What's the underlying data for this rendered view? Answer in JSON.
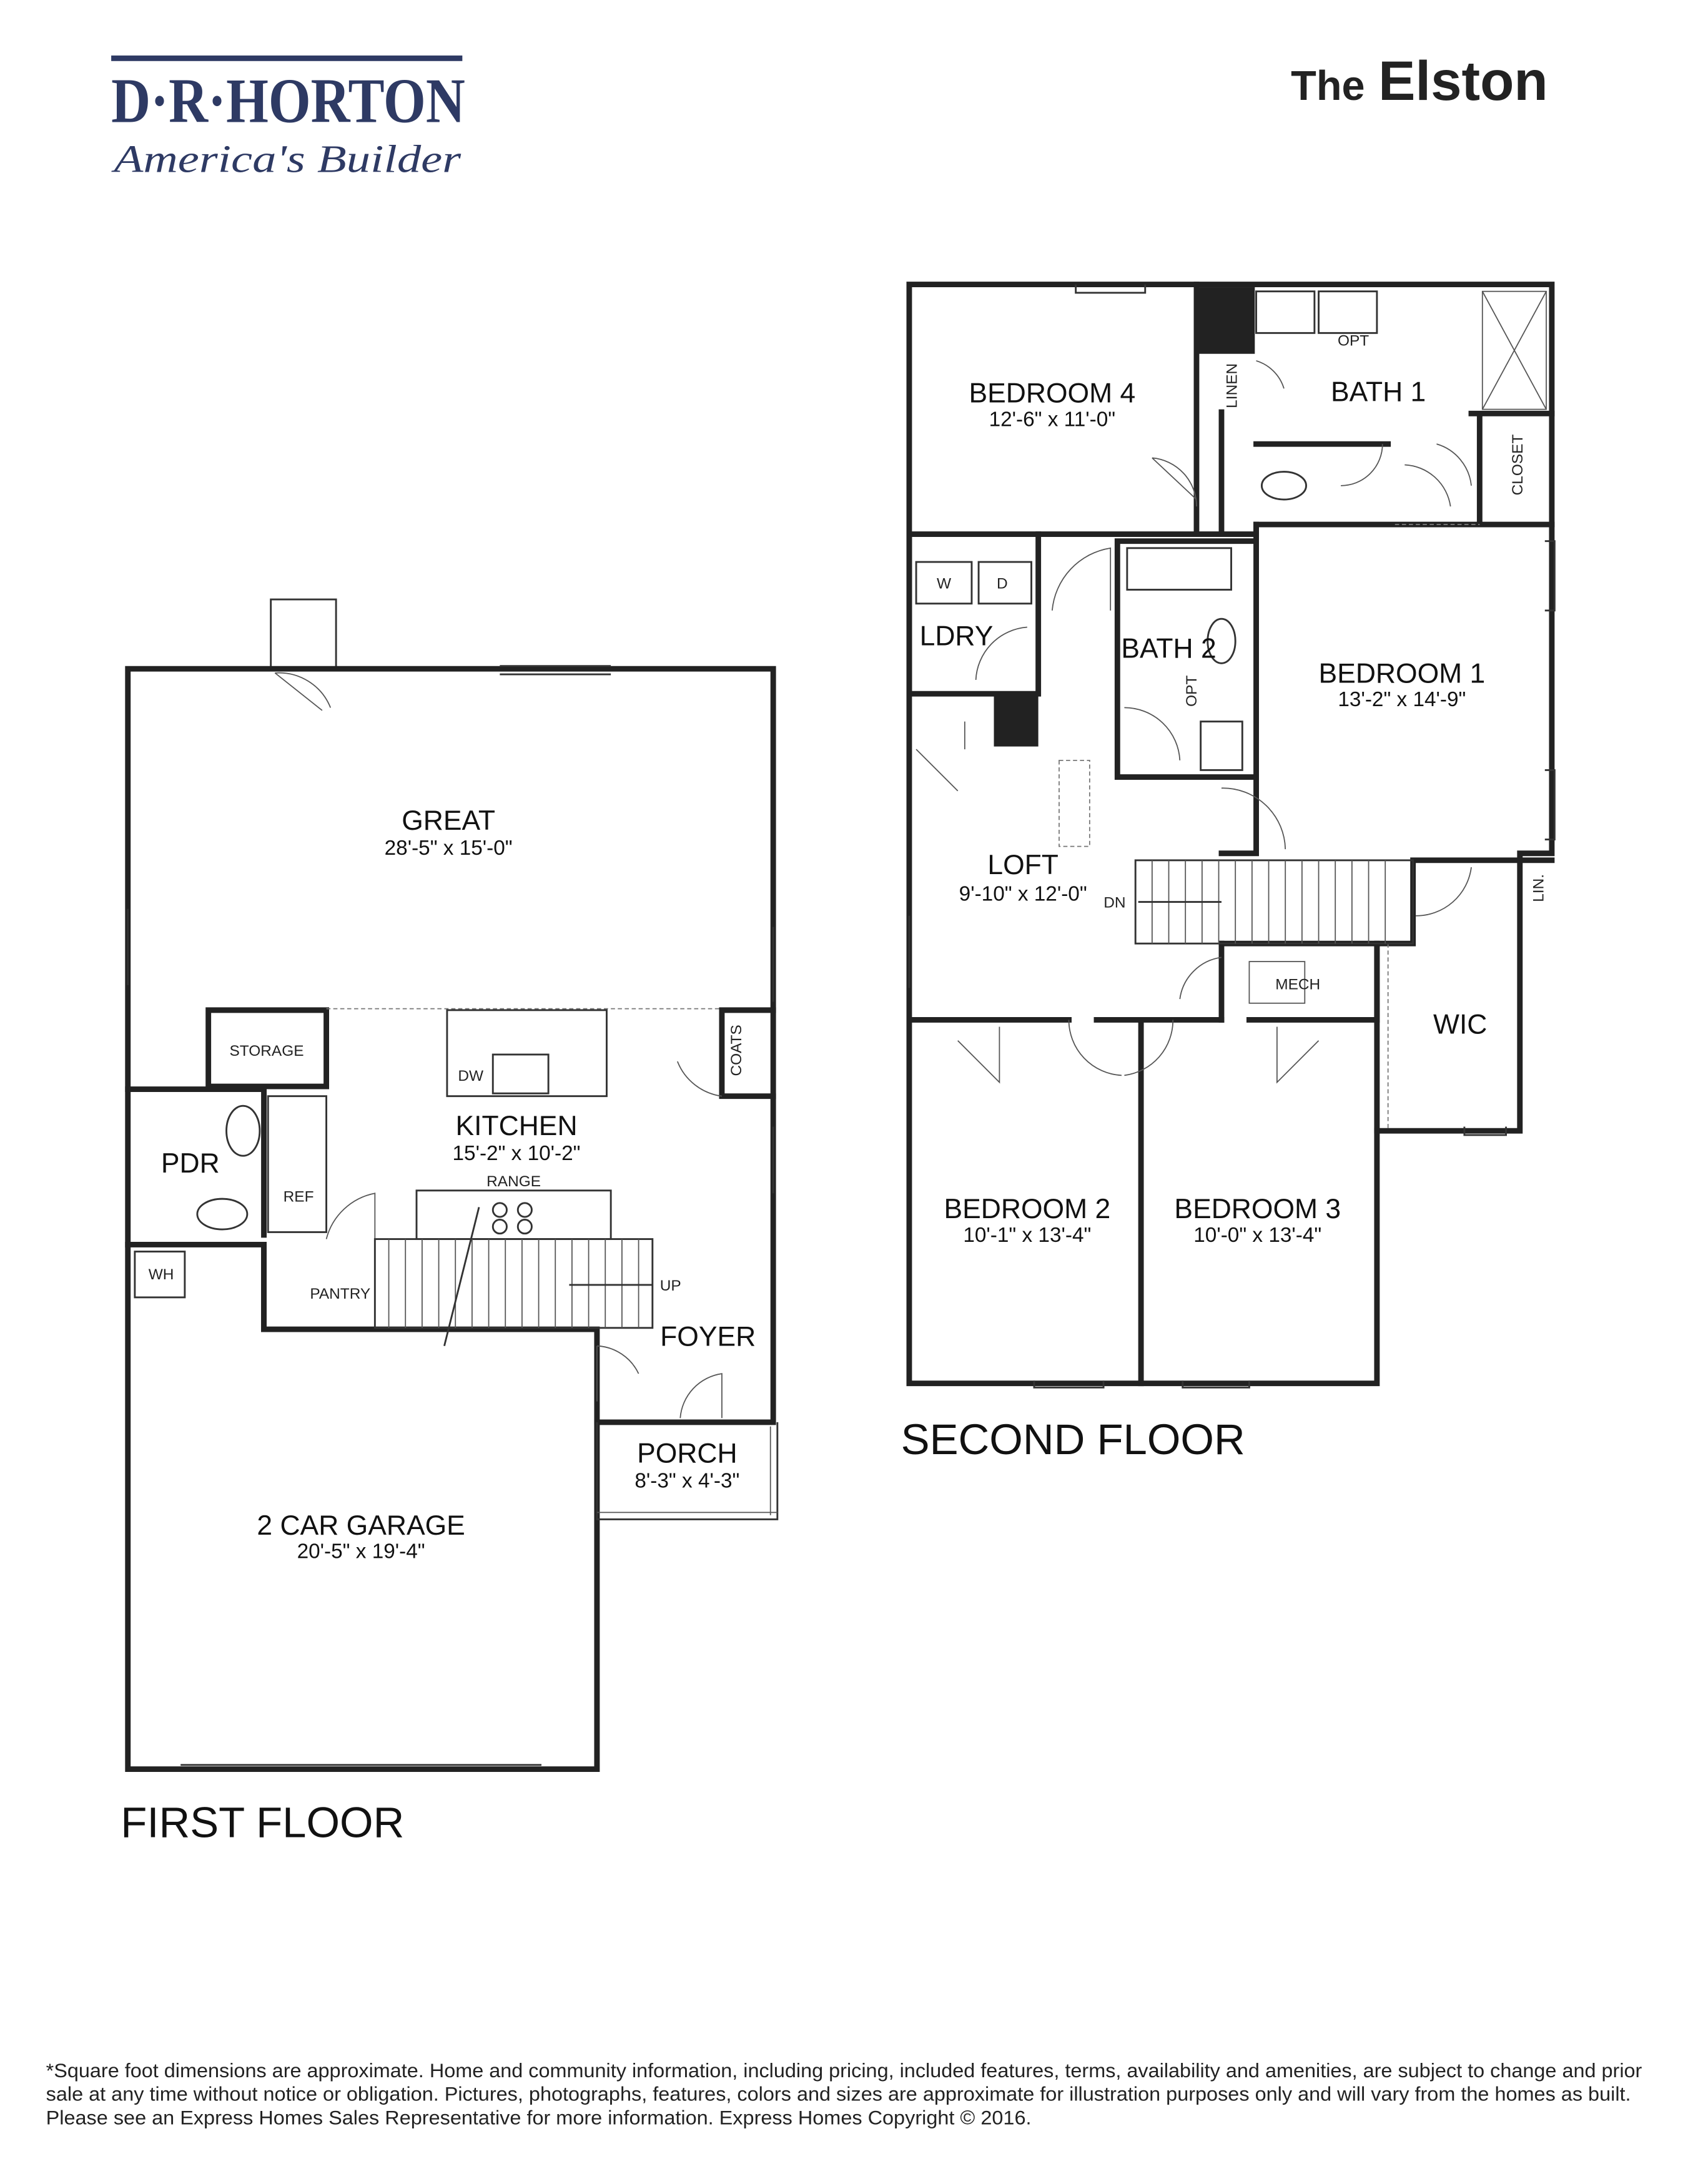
{
  "brand": {
    "logo_text": "D·R·HORTON",
    "tagline": "America's Builder",
    "color": "#2e3a64"
  },
  "title": {
    "prefix": "The",
    "name": "Elston"
  },
  "first_floor": {
    "label": "FIRST FLOOR",
    "great": {
      "name": "GREAT",
      "dims": "28'-5\" x 15'-0\""
    },
    "storage": "STORAGE",
    "kitchen": {
      "name": "KITCHEN",
      "dims": "15'-2\" x 10'-2\""
    },
    "range": "RANGE",
    "dw": "DW",
    "ref": "REF",
    "pdr": "PDR",
    "wh": "WH",
    "pantry": "PANTRY",
    "coats": "COATS",
    "up": "UP",
    "foyer": "FOYER",
    "porch": {
      "name": "PORCH",
      "dims": "8'-3\" x 4'-3\""
    },
    "garage": {
      "name": "2 CAR GARAGE",
      "dims": "20'-5\" x 19'-4\""
    }
  },
  "second_floor": {
    "label": "SECOND FLOOR",
    "bedroom4": {
      "name": "BEDROOM 4",
      "dims": "12'-6\" x 11'-0\""
    },
    "linen": "LINEN",
    "bath1": "BATH 1",
    "opt1": "OPT",
    "closet": "CLOSET",
    "washer": "W",
    "dryer": "D",
    "laundry": "LDRY",
    "bath2": "BATH 2",
    "opt2": "OPT",
    "bedroom1": {
      "name": "BEDROOM 1",
      "dims": "13'-2\" x 14'-9\""
    },
    "loft": {
      "name": "LOFT",
      "dims": "9'-10\" x 12'-0\""
    },
    "dn": "DN",
    "mech": "MECH",
    "wic": "WIC",
    "lin": "LIN.",
    "bedroom2": {
      "name": "BEDROOM 2",
      "dims": "10'-1\" x 13'-4\""
    },
    "bedroom3": {
      "name": "BEDROOM 3",
      "dims": "10'-0\" x 13'-4\""
    }
  },
  "disclaimer": [
    "*Square foot dimensions are approximate. Home and community information, including pricing, included features, terms, availability and amenities, are subject to change and prior",
    "sale at any time without notice or obligation. Pictures, photographs, features, colors and sizes are approximate for illustration purposes only and will vary from the homes as built.",
    "Please see an Express Homes Sales Representative for more information. Express Homes Copyright © 2016."
  ]
}
